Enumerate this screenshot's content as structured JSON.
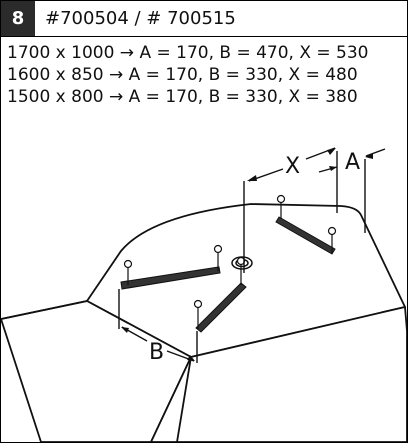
{
  "header": {
    "step_number": "8",
    "article_numbers": "#700504 / # 700515"
  },
  "specs": [
    {
      "text": "1700 x 1000 → A = 170, B = 470, X = 530"
    },
    {
      "text": "1600 x 850 → A = 170, B = 330, X = 480"
    },
    {
      "text": "1500 x 800 → A = 170, B = 330, X = 380"
    }
  ],
  "drawing": {
    "label_x": "X",
    "label_a": "A",
    "label_b": "B"
  }
}
